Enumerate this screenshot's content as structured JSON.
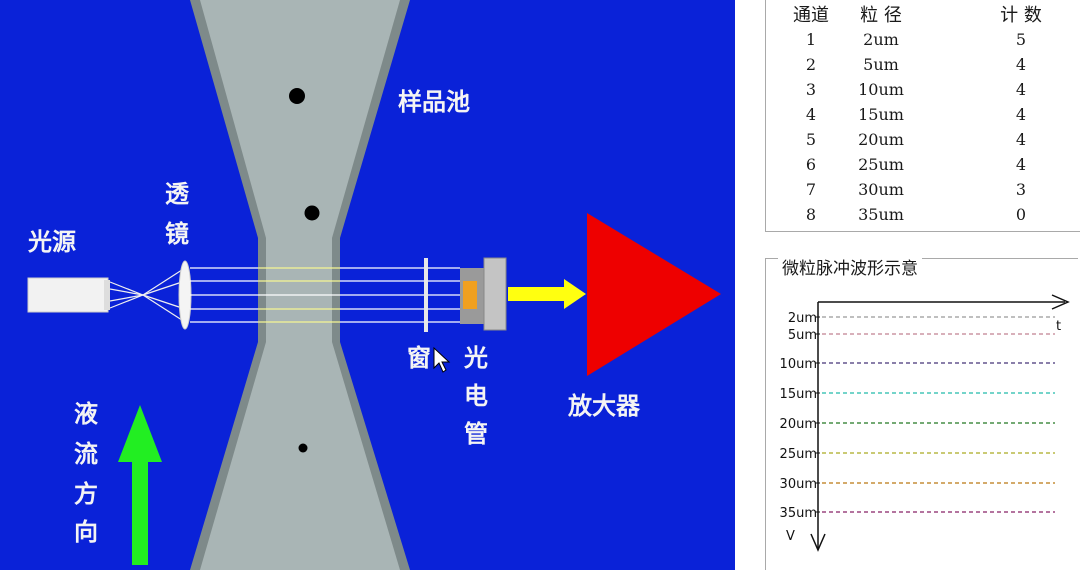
{
  "diagram": {
    "labels": {
      "light_source": "光源",
      "lens": "透镜",
      "sample_cell": "样品池",
      "window": "窗",
      "photomultiplier": "光电管",
      "amplifier": "放大器",
      "flow_direction": "液流方向"
    },
    "colors": {
      "background": "#0a22d8",
      "cell": "#a9b5b5",
      "arrow_yellow": "#ffff10",
      "arrow_green": "#22ee22",
      "amplifier_red": "#ee0000"
    }
  },
  "table": {
    "headers": [
      "通道",
      "粒 径",
      "计  数"
    ],
    "rows": [
      [
        "1",
        "2um",
        "5"
      ],
      [
        "2",
        "5um",
        "4"
      ],
      [
        "3",
        "10um",
        "4"
      ],
      [
        "4",
        "15um",
        "4"
      ],
      [
        "5",
        "20um",
        "4"
      ],
      [
        "6",
        "25um",
        "4"
      ],
      [
        "7",
        "30um",
        "3"
      ],
      [
        "8",
        "35um",
        "0"
      ]
    ]
  },
  "waveform": {
    "title": "微粒脉冲波形示意",
    "x_axis_label": "t",
    "y_axis_label": "V",
    "lines": [
      {
        "label": "2um",
        "color": "#999999"
      },
      {
        "label": "5um",
        "color": "#c08090"
      },
      {
        "label": "10um",
        "color": "#443377"
      },
      {
        "label": "15um",
        "color": "#22bbaa"
      },
      {
        "label": "20um",
        "color": "#227722"
      },
      {
        "label": "25um",
        "color": "#aaaa22"
      },
      {
        "label": "30um",
        "color": "#bb7711"
      },
      {
        "label": "35um",
        "color": "#882266"
      }
    ]
  }
}
